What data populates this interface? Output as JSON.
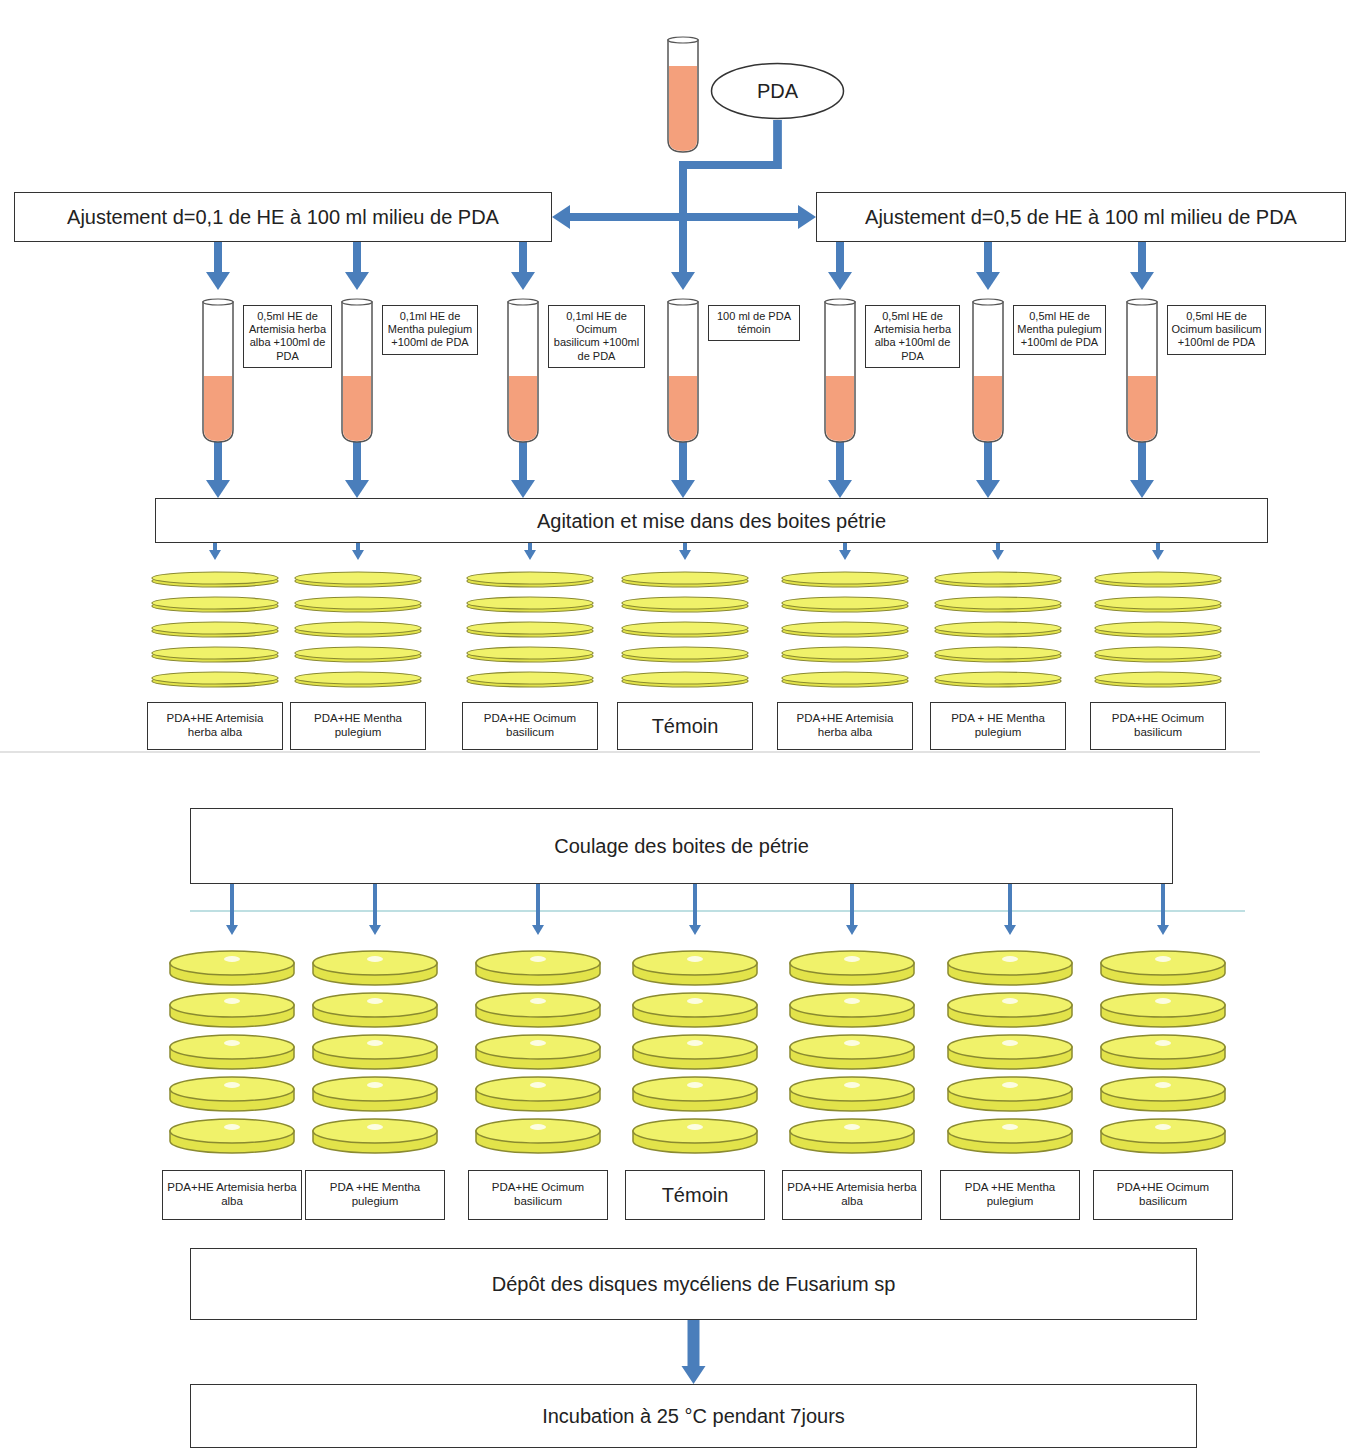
{
  "diagram": {
    "nodes": [
      {
        "text": [
          "PDA"
        ]
      },
      {
        "text": [
          "Ajustement d=0,1 de HE à 100 ml milieu de PDA"
        ]
      },
      {
        "text": [
          "Ajustement d=0,5 de HE à 100 ml milieu de PDA"
        ]
      },
      {
        "text": [
          "0,5ml HE de Artemisia herba alba +100ml de PDA"
        ]
      },
      {
        "text": [
          "0,1ml HE de Mentha pulegium +100ml de PDA"
        ]
      },
      {
        "text": [
          "0,1ml HE de Ocimum basilicum +100ml de PDA"
        ]
      },
      {
        "text": [
          "100 ml de PDA témoin"
        ]
      },
      {
        "text": [
          "0,5ml HE de Artemisia herba alba +100ml de PDA"
        ]
      },
      {
        "text": [
          "0,5ml HE de Mentha pulegium +100ml de PDA"
        ]
      },
      {
        "text": [
          "0,5ml HE de Ocimum basilicum +100ml de PDA"
        ]
      },
      {
        "text": [
          "Agitation et mise dans des boites pétrie"
        ]
      },
      {
        "text": [
          "PDA+HE Artemisia herba alba"
        ]
      },
      {
        "text": [
          "PDA+HE Mentha pulegium"
        ]
      },
      {
        "text": [
          "PDA+HE Ocimum basilicum"
        ]
      },
      {
        "text": [
          "Témoin"
        ]
      },
      {
        "text": [
          "PDA+HE Artemisia herba alba"
        ]
      },
      {
        "text": [
          "PDA + HE Mentha pulegium"
        ]
      },
      {
        "text": [
          "PDA+HE Ocimum basilicum"
        ]
      },
      {
        "text": [
          "Coulage des boites de pétrie"
        ]
      },
      {
        "text": [
          "PDA+HE Artemisia herba alba"
        ]
      },
      {
        "text": [
          "PDA +HE Mentha pulegium"
        ]
      },
      {
        "text": [
          "PDA+HE Ocimum basilicum"
        ]
      },
      {
        "text": [
          "Témoin"
        ]
      },
      {
        "text": [
          "PDA+HE Artemisia herba alba"
        ]
      },
      {
        "text": [
          "PDA +HE Mentha pulegium"
        ]
      },
      {
        "text": [
          "PDA+HE Ocimum basilicum"
        ]
      },
      {
        "text": [
          "Dépôt des disques mycéliens de Fusarium sp"
        ]
      },
      {
        "text": [
          "Incubation à 25 °C pendant 7jours"
        ]
      }
    ],
    "edges": [
      {
        "from": 0,
        "to": 1,
        "arrow": "to"
      },
      {
        "from": 0,
        "to": 2,
        "arrow": "to"
      },
      {
        "from": 0,
        "to": 6,
        "arrow": "to"
      },
      {
        "from": 1,
        "to": 3,
        "arrow": "to"
      },
      {
        "from": 1,
        "to": 4,
        "arrow": "to"
      },
      {
        "from": 1,
        "to": 5,
        "arrow": "to"
      },
      {
        "from": 2,
        "to": 7,
        "arrow": "to"
      },
      {
        "from": 2,
        "to": 8,
        "arrow": "to"
      },
      {
        "from": 2,
        "to": 9,
        "arrow": "to"
      },
      {
        "from": 3,
        "to": 10,
        "arrow": "to"
      },
      {
        "from": 4,
        "to": 10,
        "arrow": "to"
      },
      {
        "from": 5,
        "to": 10,
        "arrow": "to"
      },
      {
        "from": 6,
        "to": 10,
        "arrow": "to"
      },
      {
        "from": 7,
        "to": 10,
        "arrow": "to"
      },
      {
        "from": 8,
        "to": 10,
        "arrow": "to"
      },
      {
        "from": 9,
        "to": 10,
        "arrow": "to"
      },
      {
        "from": 10,
        "to": 11,
        "arrow": "to"
      },
      {
        "from": 10,
        "to": 12,
        "arrow": "to"
      },
      {
        "from": 10,
        "to": 13,
        "arrow": "to"
      },
      {
        "from": 10,
        "to": 14,
        "arrow": "to"
      },
      {
        "from": 10,
        "to": 15,
        "arrow": "to"
      },
      {
        "from": 10,
        "to": 16,
        "arrow": "to"
      },
      {
        "from": 10,
        "to": 17,
        "arrow": "to"
      },
      {
        "from": 18,
        "to": 19,
        "arrow": "to"
      },
      {
        "from": 18,
        "to": 20,
        "arrow": "to"
      },
      {
        "from": 18,
        "to": 21,
        "arrow": "to"
      },
      {
        "from": 18,
        "to": 22,
        "arrow": "to"
      },
      {
        "from": 18,
        "to": 23,
        "arrow": "to"
      },
      {
        "from": 18,
        "to": 24,
        "arrow": "to"
      },
      {
        "from": 18,
        "to": 25,
        "arrow": "to"
      },
      {
        "from": 26,
        "to": 27,
        "arrow": "to"
      }
    ]
  }
}
